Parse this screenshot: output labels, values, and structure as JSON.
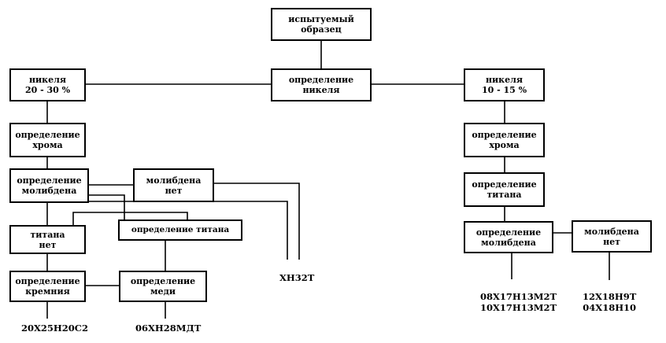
{
  "boxes": {
    "sample": "испытуемый\nобразец",
    "nickel_det": "определение\nникеля",
    "nickel_20_30": "никеля\n20 - 30 %",
    "nickel_10_15": "никеля\n10 - 15 %",
    "chrome_left": "определение\nхрома",
    "chrome_right": "определение\nхрома",
    "molybdenum_left": "определение\nмолибдена",
    "no_molybdenum_left": "молибдена\nнет",
    "titanium_right": "определение\nтитана",
    "no_titanium": "титана\nнет",
    "titanium_det": "определение титана",
    "molybdenum_right": "определение\nмолибдена",
    "no_molybdenum_right": "молибдена\nнет",
    "silicon": "определение\nкремния",
    "copper": "определение\nмеди"
  },
  "results": {
    "xn32t": "ХН32Т",
    "steel_20x25": "20Х25Н20С2",
    "steel_06xn28": "06ХН28МДТ",
    "steels_08_10": "08Х17Н13М2Т\n10Х17Н13М2Т",
    "steels_12_04": "12Х18Н9Т\n04Х18Н10"
  }
}
